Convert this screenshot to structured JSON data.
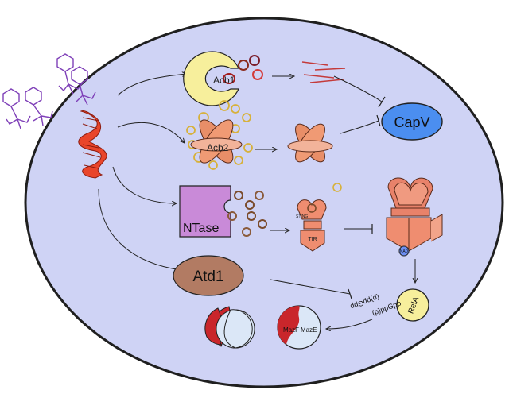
{
  "labels": {
    "acb1": "Acb1",
    "acb2": "Acb2",
    "ntase": "NTase",
    "capv": "CapV",
    "atd1": "Atd1",
    "stinb": "STING",
    "tir": "TIR",
    "nad": "NAD",
    "rela": "RelA",
    "ppgpp": "(p)ppGpp",
    "mazf": "MazF",
    "maze": "MazE"
  },
  "colors": {
    "cell_fill": "#cfd3f5",
    "cell_stroke": "#1f1f1f",
    "acb1_fill": "#f7ef9c",
    "capv_fill": "#4b8ef0",
    "ntase_fill": "#c98ad8",
    "atd1_fill": "#b27b63",
    "rela_fill": "#f7ef9c",
    "tir_fill": "#ef8d70",
    "dna_fill": "#e9452a",
    "phage_stroke": "#7f40b8",
    "maz_red": "#c9262b",
    "maz_light": "#dbe7f7"
  }
}
